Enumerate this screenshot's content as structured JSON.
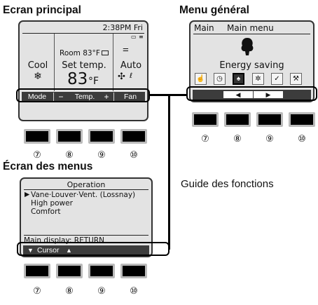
{
  "headings": {
    "main_screen": "Ecran principal",
    "general_menu": "Menu général",
    "menu_screen": "Écran des menus",
    "function_guide": "Guide des fonctions"
  },
  "main_screen": {
    "clock": "2:38PM Fri",
    "room_temp": "Room 83°F",
    "mode": "Cool",
    "set_temp_label": "Set temp.",
    "set_temp_value": "83",
    "unit": "°F",
    "fan_mode": "Auto",
    "function_bar": {
      "f1": "Mode",
      "f2_minus": "−",
      "f2": "Temp.",
      "f3_plus": "+",
      "f4": "Fan"
    }
  },
  "menu_general": {
    "left_label": "Main",
    "title": "Main menu",
    "item": "Energy saving",
    "icons": [
      "hand-icon",
      "clock-icon",
      "energy-saving-icon",
      "gear-icon",
      "check-icon",
      "tools-icon"
    ],
    "function_bar": {
      "f2": "◀",
      "f3": "▶"
    }
  },
  "menu_screen": {
    "title": "Operation",
    "items": [
      "Vane·Louver·Vent. (Lossnay)",
      "High power",
      "Comfort"
    ],
    "selected_marker": "▶",
    "footer": "Main display:   RETURN",
    "function_bar": {
      "down": "▼",
      "label": "Cursor",
      "up": "▲"
    }
  },
  "button_numbers": [
    "⑦",
    "⑧",
    "⑨",
    "⑩"
  ]
}
